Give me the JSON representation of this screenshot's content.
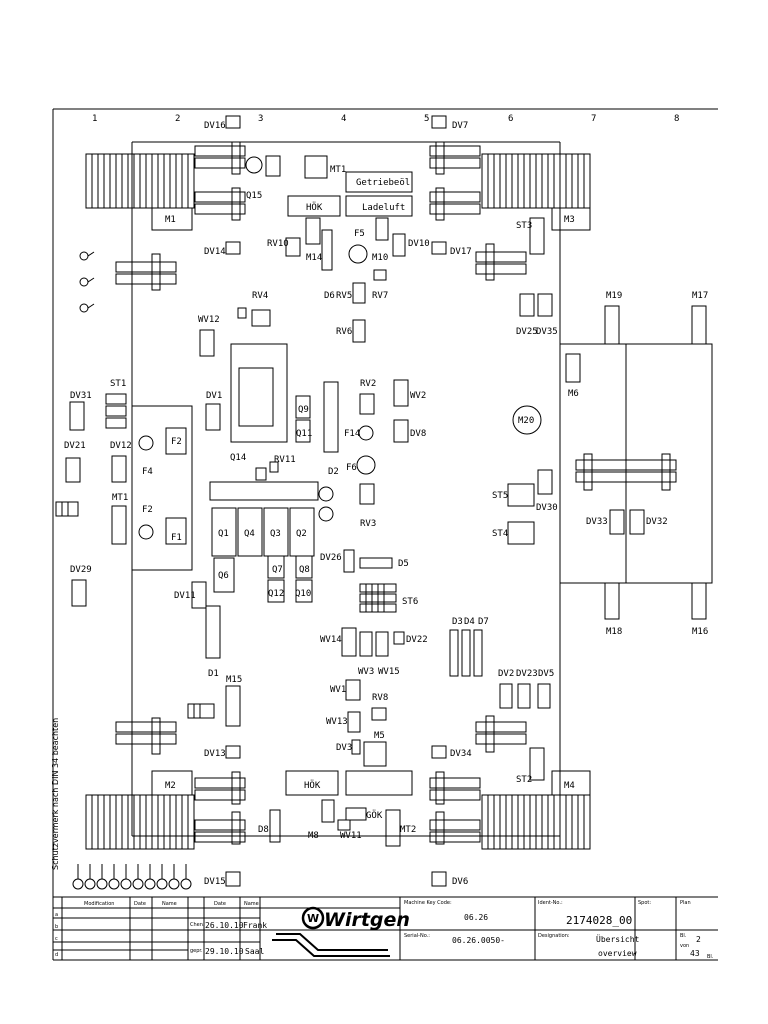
{
  "sheet": {
    "columns": [
      "1",
      "2",
      "3",
      "4",
      "5",
      "6",
      "7",
      "8"
    ],
    "rows": [
      "a",
      "b",
      "c",
      "d"
    ],
    "side_text": "Schutzvermerk nach DIN 34 beachten"
  },
  "labels": {
    "dv16": "DV16",
    "dv7": "DV7",
    "mt1_top": "MT1",
    "getriebeol": "Getriebeöl",
    "ladeluft": "Ladeluft",
    "q15": "Q15",
    "hok_top": "HÖK",
    "m1": "M1",
    "m3": "M3",
    "dv14": "DV14",
    "rv10": "RV10",
    "m14": "M14",
    "f5": "F5",
    "m10": "M10",
    "dv10": "DV10",
    "dv17": "DV17",
    "st3": "ST3",
    "rv4": "RV4",
    "d6": "D6",
    "rv5": "RV5",
    "rv7": "RV7",
    "rv6": "RV6",
    "wv12": "WV12",
    "m19": "M19",
    "m17": "M17",
    "dv25": "DV25",
    "dv35": "DV35",
    "m6": "M6",
    "dv31": "DV31",
    "st1": "ST1",
    "dv1": "DV1",
    "rv2": "RV2",
    "wv2": "WV2",
    "q9": "Q9",
    "q11": "Q11",
    "f14": "F14",
    "dv8": "DV8",
    "m20": "M20",
    "dv21": "DV21",
    "dv12": "DV12",
    "f2a": "F2",
    "f4": "F4",
    "q14": "Q14",
    "rv11": "RV11",
    "d2": "D2",
    "f6": "F6",
    "mt1_left": "MT1",
    "f2b": "F2",
    "f1": "F1",
    "q1": "Q1",
    "q4": "Q4",
    "q3": "Q3",
    "q2": "Q2",
    "rv3": "RV3",
    "st5": "ST5",
    "dv30": "DV30",
    "dv33": "DV33",
    "dv32": "DV32",
    "st4": "ST4",
    "dv26": "DV26",
    "d5": "D5",
    "q6": "Q6",
    "q7": "Q7",
    "q8": "Q8",
    "q12": "Q12",
    "q10": "Q10",
    "dv29": "DV29",
    "dv11": "DV11",
    "st6": "ST6",
    "m18": "M18",
    "m16": "M16",
    "wv14": "WV14",
    "dv22": "DV22",
    "d3": "D3",
    "d4": "D4",
    "d7": "D7",
    "d1": "D1",
    "m15": "M15",
    "wv3": "WV3",
    "wv15": "WV15",
    "dv2": "DV2",
    "dv23": "DV23",
    "dv5": "DV5",
    "wv1": "WV1",
    "rv8": "RV8",
    "wv13": "WV13",
    "m5": "M5",
    "dv3": "DV3",
    "dv13": "DV13",
    "dv34": "DV34",
    "st2": "ST2",
    "m2": "M2",
    "m4": "M4",
    "hok_bot": "HÖK",
    "gok": "GÖK",
    "d8": "D8",
    "m8": "M8",
    "wv11": "WV11",
    "mt2": "MT2",
    "dv15": "DV15",
    "dv6": "DV6"
  },
  "title_block": {
    "modification": "Modification",
    "date_h": "Date",
    "name_h": "Name",
    "date_h2": "Date",
    "name_h2": "Name",
    "chkd": "Chen.",
    "gepr": "gepr.",
    "date1": "26.10.10",
    "name1": "Frank",
    "date2": "29.10.10",
    "name2": "Saal",
    "logo": "Wirtgen",
    "machine_key_label": "Machine Key Code:",
    "machine_key": "06.26",
    "serial_label": "Serial-No.:",
    "serial": "06.26.0050-",
    "ident_label": "Ident-No.:",
    "ident": "2174028_00",
    "designation_label": "Designation:",
    "designation1": "Übersicht",
    "designation2": "overview",
    "spot_label": "Spot:",
    "plan_label": "Plan",
    "bl_label": "Bl.",
    "of_label": "von",
    "sheet_no": "2",
    "sheet_total": "43",
    "bl_suffix": "Bl."
  }
}
